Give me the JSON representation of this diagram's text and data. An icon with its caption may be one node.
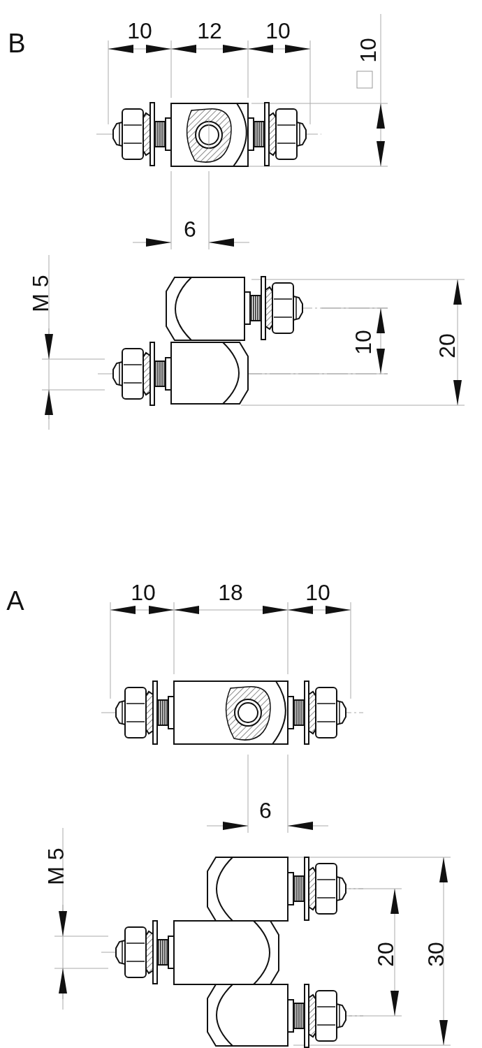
{
  "diagram": {
    "labels": [
      "B",
      "10",
      "12",
      "10",
      "10",
      "6",
      "M 5",
      "10",
      "20",
      "A",
      "10",
      "18",
      "10",
      "6",
      "M 5",
      "20",
      "30"
    ]
  }
}
